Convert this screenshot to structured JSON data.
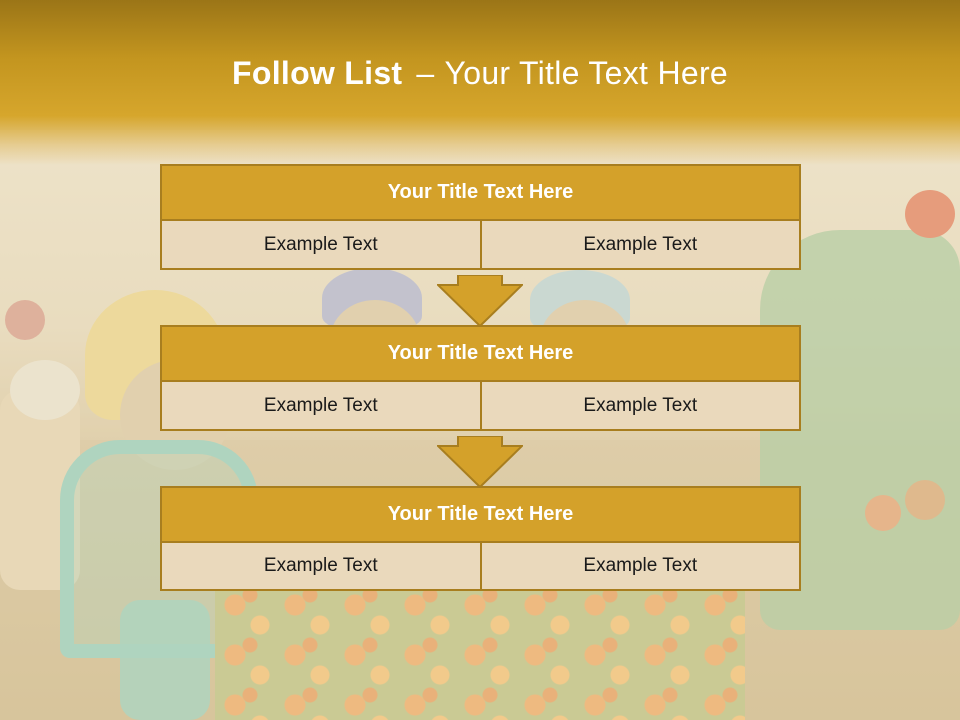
{
  "slide": {
    "title_bold": "Follow List",
    "title_separator": "–",
    "title_rest": "Your Title Text Here"
  },
  "steps": [
    {
      "title": "Your Title Text Here",
      "left": "Example Text",
      "right": "Example Text"
    },
    {
      "title": "Your Title Text Here",
      "left": "Example Text",
      "right": "Example Text"
    },
    {
      "title": "Your Title Text Here",
      "left": "Example Text",
      "right": "Example Text"
    }
  ],
  "colors": {
    "title_bar": "#c3951f",
    "block_fill": "#d4a12a",
    "block_border": "#a87e1f",
    "cell_fill": "#ead9bc",
    "arrow_fill": "#d4a12a"
  },
  "background_image": "faded photo of children in chef hats at a table with a flowered tablecloth"
}
